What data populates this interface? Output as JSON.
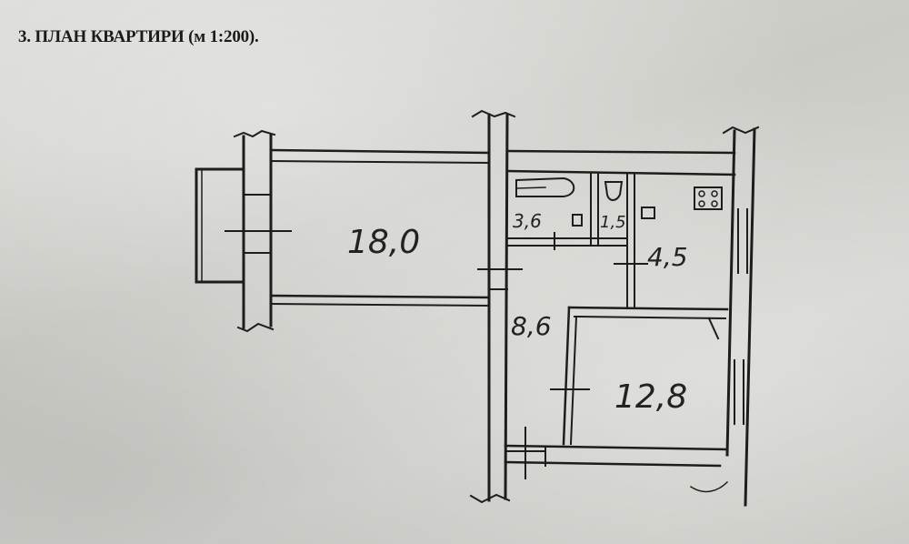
{
  "title": "3. ПЛАН КВАРТИРИ (м 1:200).",
  "rooms": {
    "living_room": "18,0",
    "bathroom": "3,6",
    "toilet": "1,5",
    "kitchen": "4,5",
    "hallway": "8,6",
    "bedroom": "12,8"
  },
  "colors": {
    "paper": "#cfcfcb",
    "ink": "#1d1d1d"
  }
}
